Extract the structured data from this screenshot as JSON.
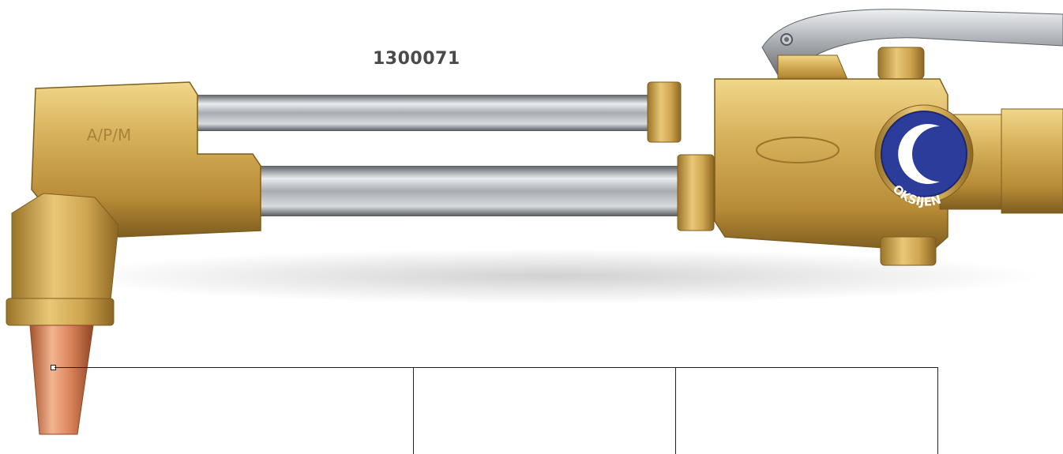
{
  "product": {
    "part_number": "1300071",
    "head_marking": "A/P/M",
    "valve_knob_label": "OKSIJEN"
  },
  "colors": {
    "brass": "#c9a24a",
    "brass_dark": "#8a6a24",
    "chrome": "#b9bcc0",
    "copper": "#d4825a",
    "knob_blue": "#2b3c9a"
  }
}
